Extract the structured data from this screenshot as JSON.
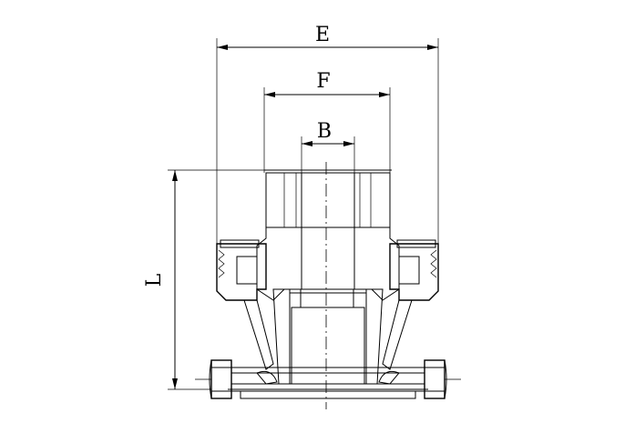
{
  "dimensions": {
    "E": "E",
    "F": "F",
    "B": "B",
    "L": "L"
  },
  "colors": {
    "line": "#000000",
    "background": "#ffffff"
  }
}
